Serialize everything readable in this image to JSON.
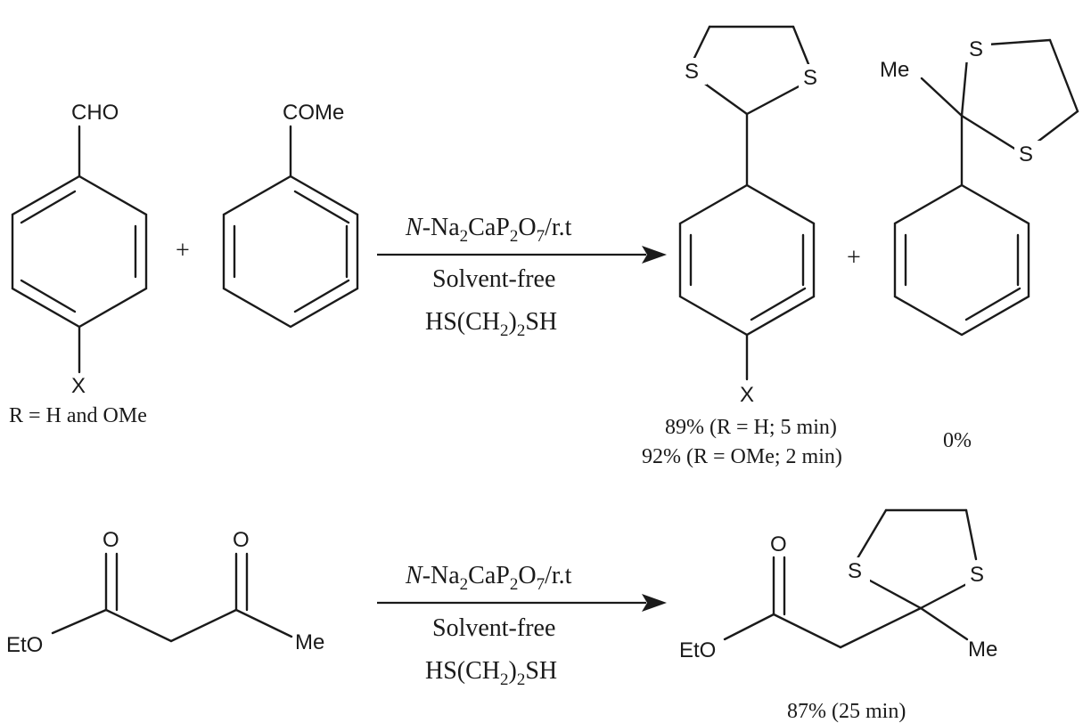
{
  "reaction1": {
    "reactant1": {
      "substituent_top": "CHO",
      "substituent_bottom": "X",
      "note": "R = H and OMe"
    },
    "plus": "+",
    "reactant2": {
      "substituent_top": "COMe"
    },
    "conditions": {
      "line1": {
        "italic": "N",
        "dash": "-Na",
        "sub1": "2",
        "mid": "CaP",
        "sub2": "2",
        "o": "O",
        "sub3": "7",
        "tail": "/r.t"
      },
      "line2": "Solvent-free",
      "line3": {
        "pre": "HS(CH",
        "sub": "2",
        "post": ")",
        "sub2": "2",
        "tail": "SH"
      }
    },
    "product1": {
      "s_left": "S",
      "s_right": "S",
      "substituent_bottom": "X",
      "yield_line1": "89% (R = H; 5 min)",
      "yield_line2": "92% (R = OMe; 2 min)"
    },
    "plus2": "+",
    "product2": {
      "me": "Me",
      "s_top": "S",
      "s_bottom": "S",
      "yield": "0%"
    }
  },
  "reaction2": {
    "reactant": {
      "o_left": "O",
      "o_right": "O",
      "eto": "EtO",
      "me": "Me"
    },
    "conditions": {
      "line1": {
        "italic": "N",
        "dash": "-Na",
        "sub1": "2",
        "mid": "CaP",
        "sub2": "2",
        "o": "O",
        "sub3": "7",
        "tail": "/r.t"
      },
      "line2": "Solvent-free",
      "line3": {
        "pre": "HS(CH",
        "sub": "2",
        "post": ")",
        "sub2": "2",
        "tail": "SH"
      }
    },
    "product": {
      "o": "O",
      "eto": "EtO",
      "s_left": "S",
      "s_right": "S",
      "me": "Me",
      "yield": "87% (25 min)"
    }
  }
}
